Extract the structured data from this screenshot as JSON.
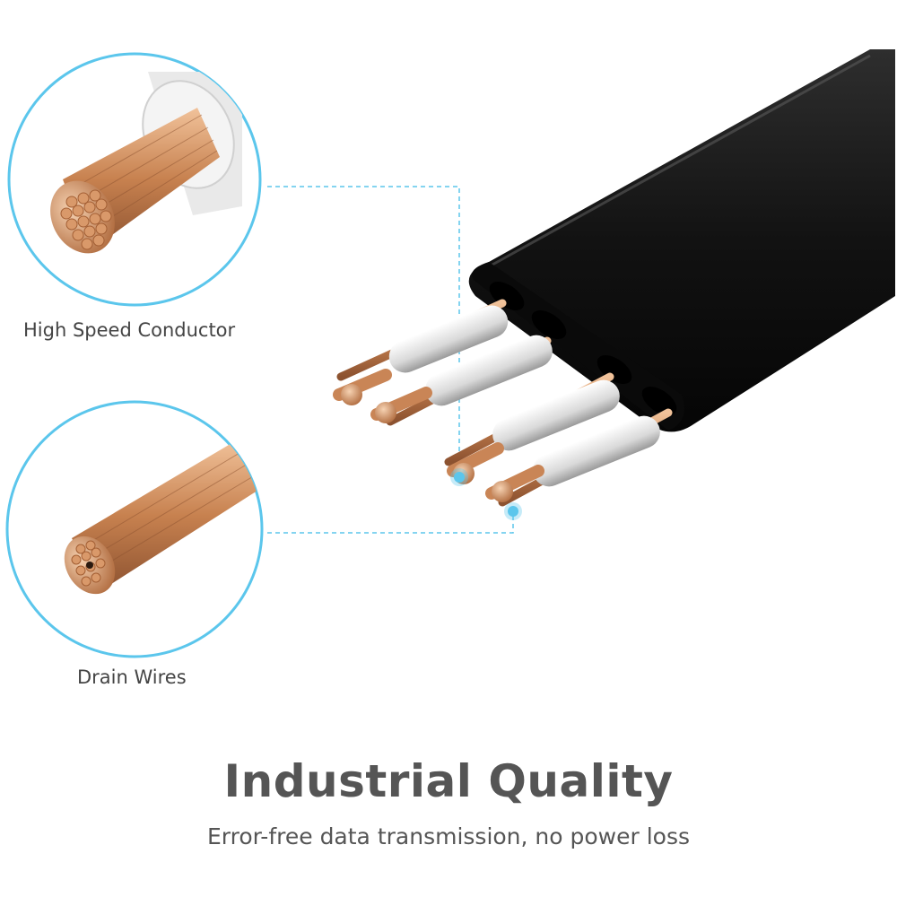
{
  "callouts": {
    "conductor_label": "High Speed Conductor",
    "drain_label": "Drain Wires"
  },
  "headline": {
    "title": "Industrial Quality",
    "subtitle": "Error-free data transmission, no power loss"
  },
  "colors": {
    "accent": "#5bc6ec",
    "copper": "#c98556",
    "cable_jacket": "#161616",
    "text": "#555555"
  }
}
